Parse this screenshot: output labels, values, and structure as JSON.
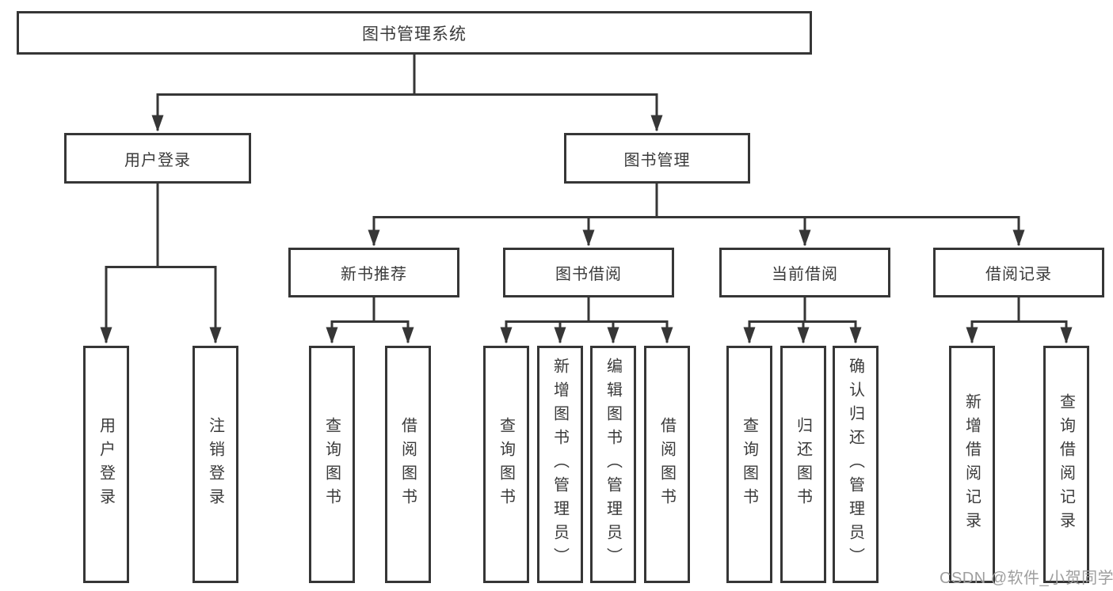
{
  "diagram": {
    "type": "hierarchy-tree",
    "orientation": "top-down"
  },
  "tree": {
    "label": "图书管理系统",
    "children": [
      {
        "label": "用户登录",
        "children": [
          {
            "label": "用户登录"
          },
          {
            "label": "注销登录"
          }
        ]
      },
      {
        "label": "图书管理",
        "children": [
          {
            "label": "新书推荐",
            "children": [
              {
                "label": "查询图书"
              },
              {
                "label": "借阅图书"
              }
            ]
          },
          {
            "label": "图书借阅",
            "children": [
              {
                "label": "查询图书"
              },
              {
                "label": "新增图书（管理员）"
              },
              {
                "label": "编辑图书（管理员）"
              },
              {
                "label": "借阅图书"
              }
            ]
          },
          {
            "label": "当前借阅",
            "children": [
              {
                "label": "查询图书"
              },
              {
                "label": "归还图书"
              },
              {
                "label": "确认归还（管理员）"
              }
            ]
          },
          {
            "label": "借阅记录",
            "children": [
              {
                "label": "新增借阅记录"
              },
              {
                "label": "查询借阅记录"
              }
            ]
          }
        ]
      }
    ]
  },
  "watermark": {
    "text": "CSDN @软件_小贺同学",
    "color": "#9e9e9e"
  },
  "colors": {
    "line": "#363636",
    "box_border": "#363636",
    "box_background": "#ffffff",
    "text": "#3a3a3a",
    "page_background": "#ffffff"
  }
}
